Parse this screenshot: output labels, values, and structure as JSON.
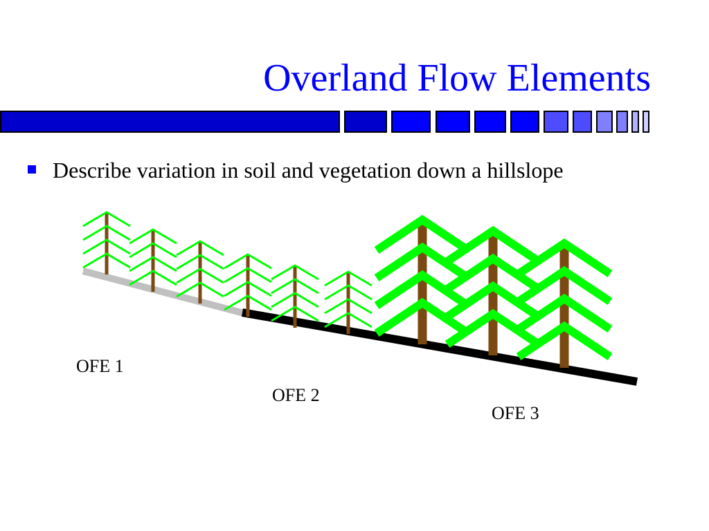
{
  "slide": {
    "title": "Overland Flow Elements",
    "bullet": "Describe variation in soil and vegetation down a hillslope"
  },
  "labels": {
    "ofe1": "OFE 1",
    "ofe2": "OFE 2",
    "ofe3": "OFE 3"
  },
  "colors": {
    "title": "#0000ff",
    "bullet": "#0000ff",
    "bar_dark": "#0000cc",
    "bar_mid": "#0000ff",
    "bar_light": "#4d4dff",
    "bar_lighter": "#8080ff",
    "foliage": "#00ff00",
    "trunk": "#7a4a12",
    "soil_ofe1": "#c0c0c0",
    "soil_ofe2_3": "#000000"
  },
  "icons": {
    "bullet": "square-bullet-icon",
    "tree": "conifer-tree-icon"
  }
}
